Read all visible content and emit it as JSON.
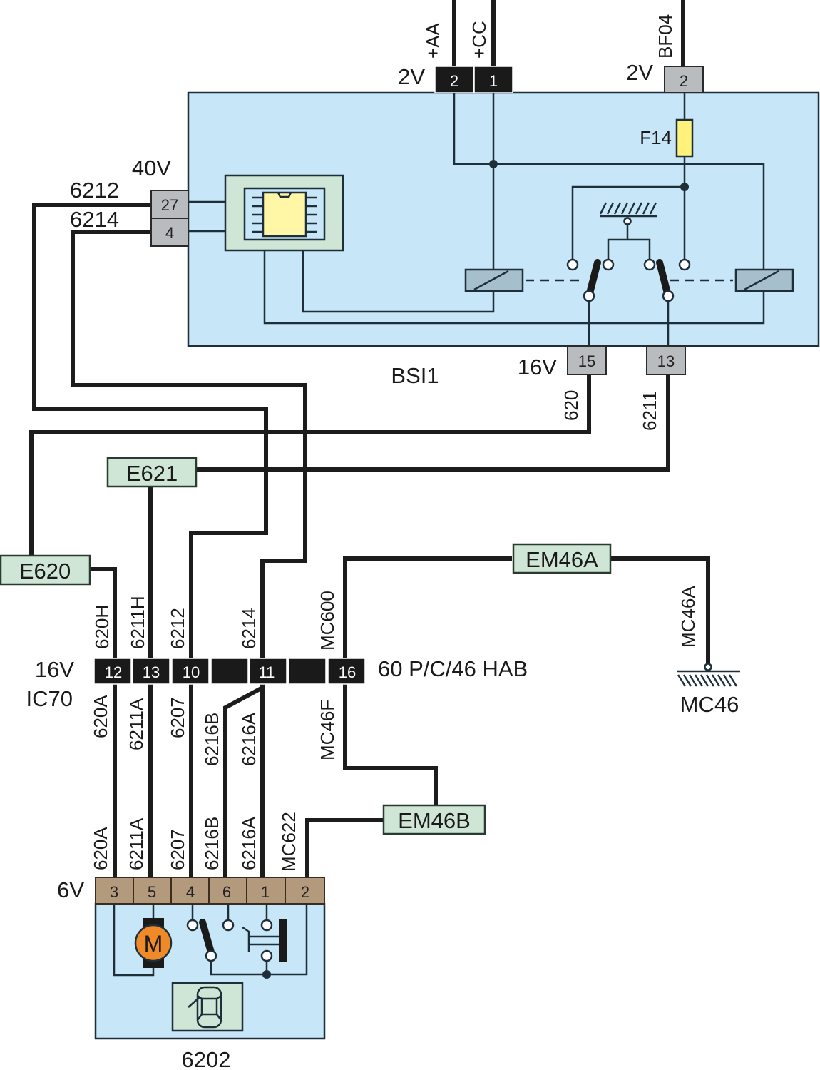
{
  "colors": {
    "module_fill": "#c7e7f8",
    "ecu_fill": "#cfe6d6",
    "chip_fill": "#fff6a6",
    "fuse_fill": "#fff27a",
    "motor_fill": "#f08a28",
    "relay_coil_fill": "#a5bfcc",
    "splice_fill": "#cfe6d6",
    "connector_dark": "#1a1a1a",
    "connector_grey": "#b9bcbf",
    "connector_brown": "#b49a7c"
  },
  "bsi": {
    "name": "BSI1",
    "fuse": "F14",
    "top_connector": {
      "voltage": "2V",
      "pins": [
        "2",
        "1"
      ],
      "wires": [
        "+AA",
        "+CC"
      ]
    },
    "fuse_connector": {
      "voltage": "2V",
      "pins": [
        "2"
      ],
      "wires": [
        "BF04"
      ]
    },
    "left_connector": {
      "voltage": "40V",
      "pins": [
        "27",
        "4"
      ],
      "wires": [
        "6212",
        "6214"
      ]
    },
    "bottom_connector": {
      "voltage": "16V",
      "pins": [
        "15",
        "13"
      ],
      "wires": [
        "620",
        "6211"
      ]
    }
  },
  "splices": {
    "e621": "E621",
    "e620": "E620",
    "em46a": "EM46A",
    "em46b": "EM46B"
  },
  "interconnect": {
    "name": "IC70",
    "voltage": "16V",
    "description": "60 P/C/46 HAB",
    "pins": [
      "12",
      "13",
      "10",
      "",
      "11",
      "",
      "16"
    ],
    "wires_above": [
      "620H",
      "6211H",
      "6212",
      "6214",
      "MC600"
    ],
    "wires_below": [
      "620A",
      "6211A",
      "6207",
      "6216B",
      "6216A",
      "MC46F"
    ]
  },
  "ground": {
    "name": "MC46",
    "wire": "MC46A"
  },
  "actuator": {
    "name": "6202",
    "voltage": "6V",
    "pins": [
      "3",
      "5",
      "4",
      "6",
      "1",
      "2"
    ],
    "wires": [
      "620A",
      "6211A",
      "6207",
      "6216B",
      "6216A",
      "MC622"
    ],
    "motor_label": "M",
    "icon": "car-door-lock-icon"
  }
}
